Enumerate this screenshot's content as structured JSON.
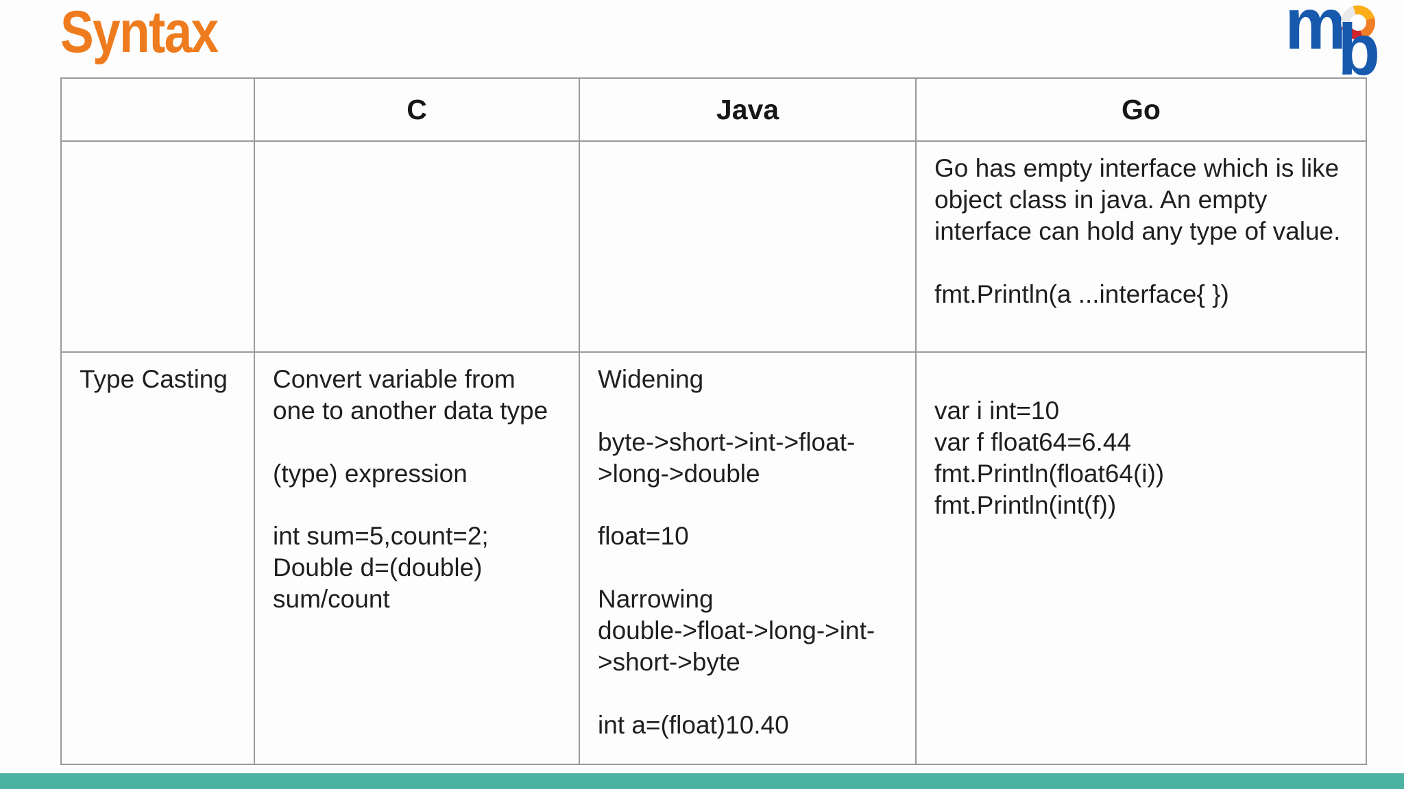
{
  "title": "Syntax",
  "logo": {
    "m": "m",
    "b": "b"
  },
  "colors": {
    "title_orange": "#ee7c1e",
    "footer_teal": "#4cb3a3",
    "logo_blue": "#1759ad",
    "border_gray": "#9a9a9a"
  },
  "table": {
    "headers": [
      "",
      "C",
      "Java",
      "Go"
    ],
    "rows": [
      {
        "label": "",
        "c": "",
        "java": "",
        "go": "Go has empty interface which is like object class in java. An empty interface can hold any type of value.\n\nfmt.Println(a ...interface{ })"
      },
      {
        "label": "Type Casting",
        "c": "Convert variable from one to another data type\n\n(type) expression\n\nint sum=5,count=2;\nDouble d=(double) sum/count",
        "java": "Widening\n\nbyte->short->int->float->long->double\n\nfloat=10\n\nNarrowing\ndouble->float->long->int->short->byte\n\nint a=(float)10.40",
        "go": "\nvar i int=10\nvar f float64=6.44\nfmt.Println(float64(i))\nfmt.Println(int(f))"
      }
    ]
  }
}
